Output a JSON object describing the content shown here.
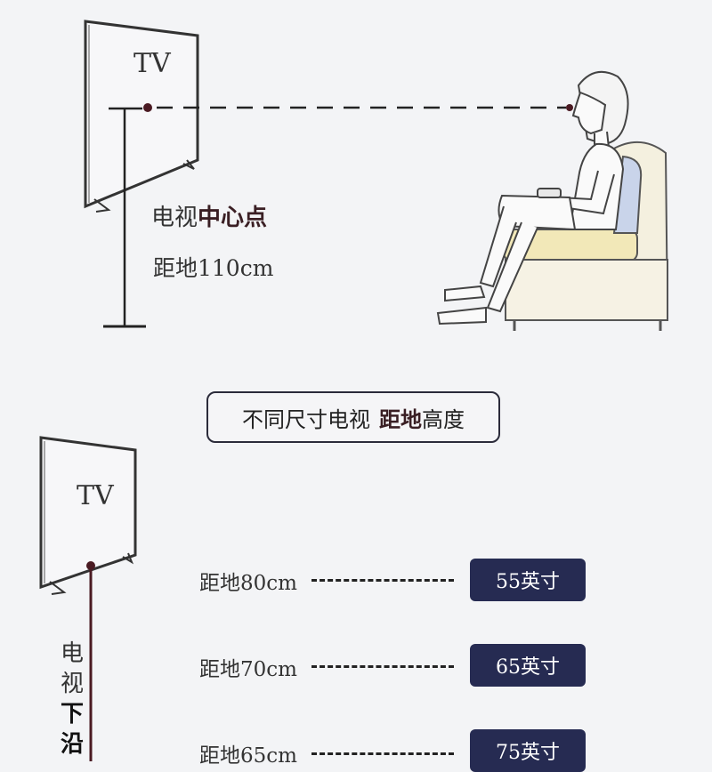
{
  "top": {
    "tv_label": "TV",
    "center_label_plain": "电视",
    "center_label_bold": "中心点",
    "height_label": "距地110cm"
  },
  "title": {
    "plain": "不同尺寸电视",
    "highlight": "距地",
    "suffix": "高度"
  },
  "bottom": {
    "tv_label": "TV",
    "vertical_label": [
      "电",
      "视",
      "下",
      "沿"
    ],
    "rows": [
      {
        "distance": "距地80cm",
        "size": "55英寸"
      },
      {
        "distance": "距地70cm",
        "size": "65英寸"
      },
      {
        "distance": "距地65cm",
        "size": "75英寸"
      }
    ]
  }
}
